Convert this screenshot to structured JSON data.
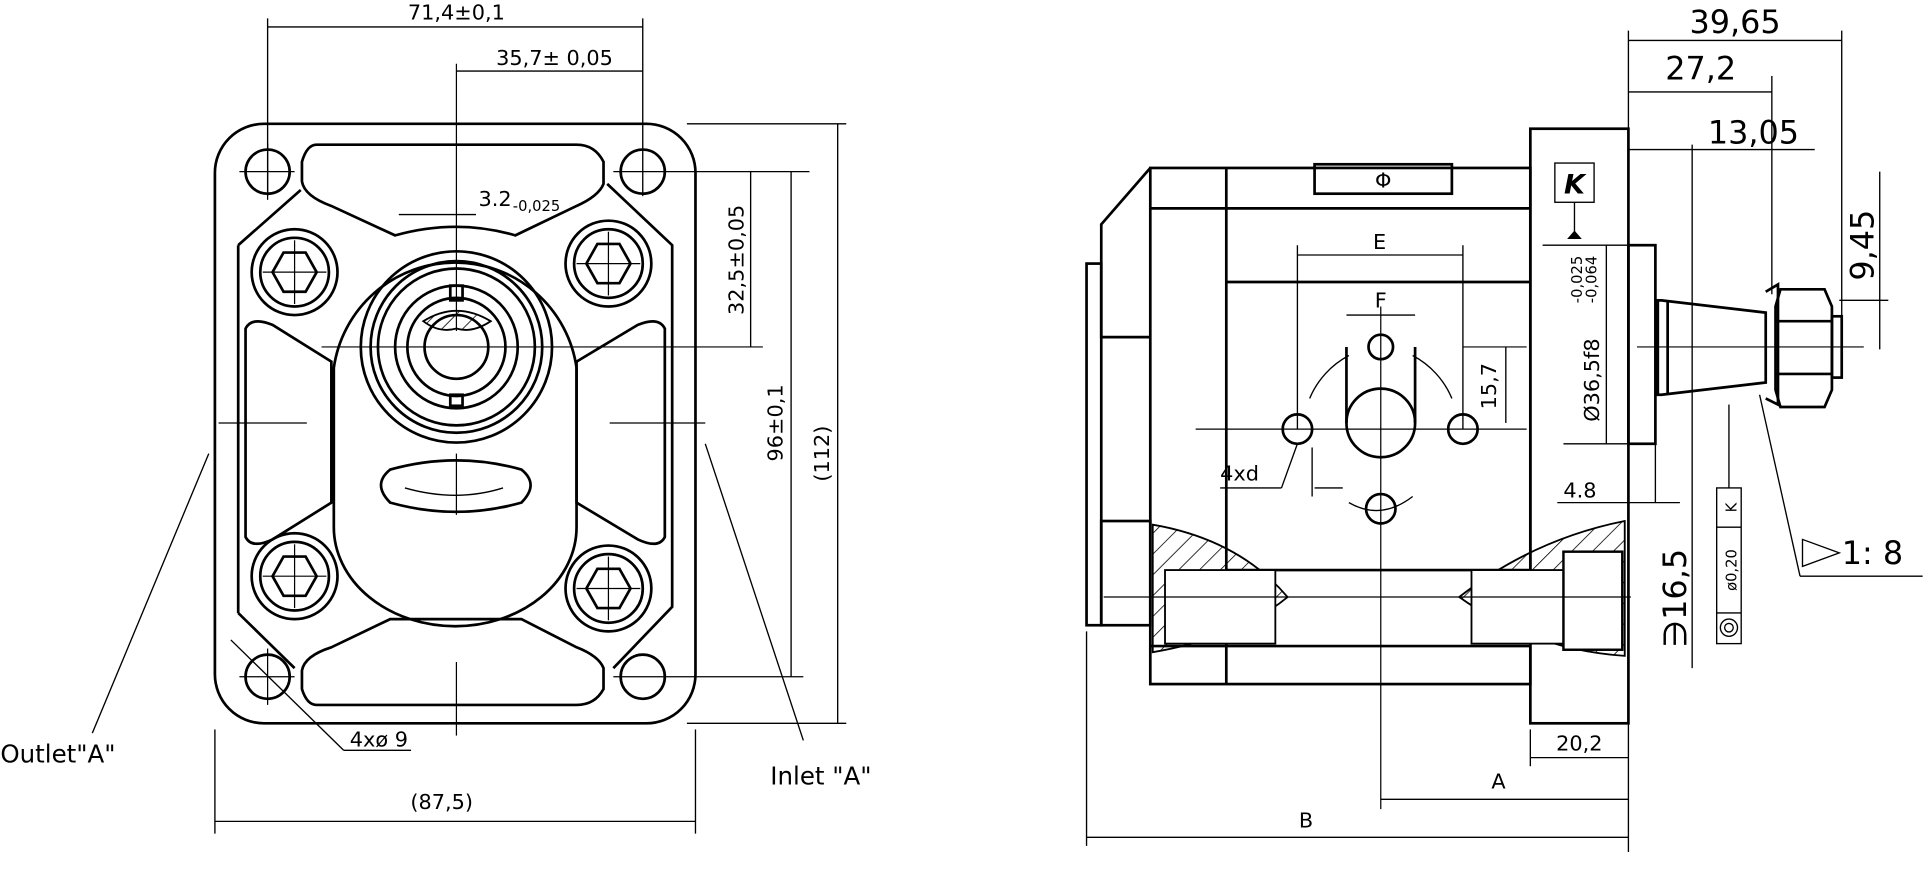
{
  "front_view": {
    "dim_bolt_spacing": "71,4±0,1",
    "dim_half_bolt_spacing": "35,7± 0,05",
    "dim_key_width": "3.2",
    "dim_key_tol": "-0,025",
    "dim_shaft_height": "32,5±0,05",
    "dim_bolt_vertical": "96±0,1",
    "dim_overall_height": "(112)",
    "dim_overall_width": "(87,5)",
    "dim_holes": "4xø 9",
    "label_outlet": "Outlet\"A\"",
    "label_inlet": "Inlet \"A\""
  },
  "side_view": {
    "dim_39": "39,65",
    "dim_27": "27,2",
    "dim_13": "13,05",
    "dim_945": "9,45",
    "datum": "K",
    "dim_pilot": "Ø36,5f8",
    "pilot_tol_upper": "-0,025",
    "pilot_tol_lower": "-0,064",
    "dim_48": "4.8",
    "dim_202": "20,2",
    "dim_A": "A",
    "dim_B": "B",
    "dim_E": "E",
    "dim_F": "F",
    "dim_157": "15,7",
    "dim_4xd": "4xd",
    "dim_shaft": "∋16,5",
    "concentricity_tol": "ø0,20",
    "concentricity_datum": "K",
    "taper": "1: 8",
    "top_symbol": "Φ"
  }
}
